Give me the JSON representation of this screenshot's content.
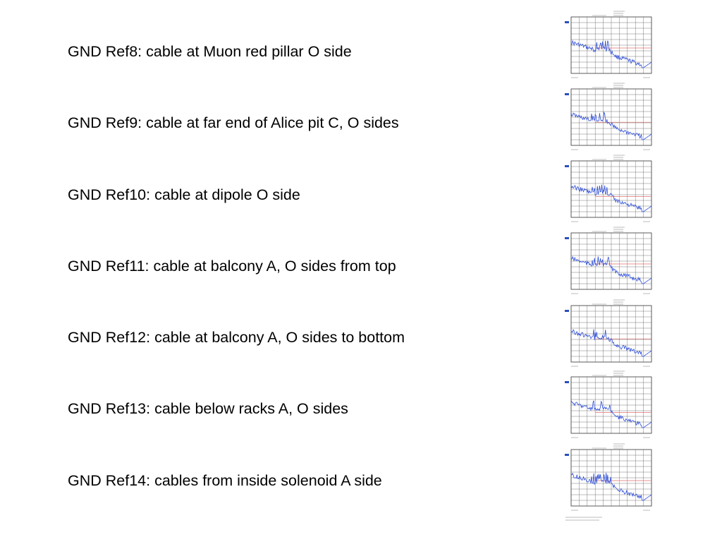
{
  "slide": {
    "items": [
      {
        "label": "GND Ref8: cable at Muon red pillar O side"
      },
      {
        "label": "GND Ref9: cable at far end of Alice pit C, O sides"
      },
      {
        "label": "GND Ref10: cable at dipole O side"
      },
      {
        "label": "GND Ref11: cable at balcony A, O sides from top"
      },
      {
        "label": "GND Ref12: cable at balcony A, O sides to bottom"
      },
      {
        "label": "GND Ref13: cable below racks A, O sides"
      },
      {
        "label": "GND Ref14: cables from inside solenoid A side"
      }
    ]
  },
  "colors": {
    "trace": "#2f4fd8",
    "limit": "#e07070",
    "grid": "#444444",
    "marker": "#2a4fb8"
  }
}
